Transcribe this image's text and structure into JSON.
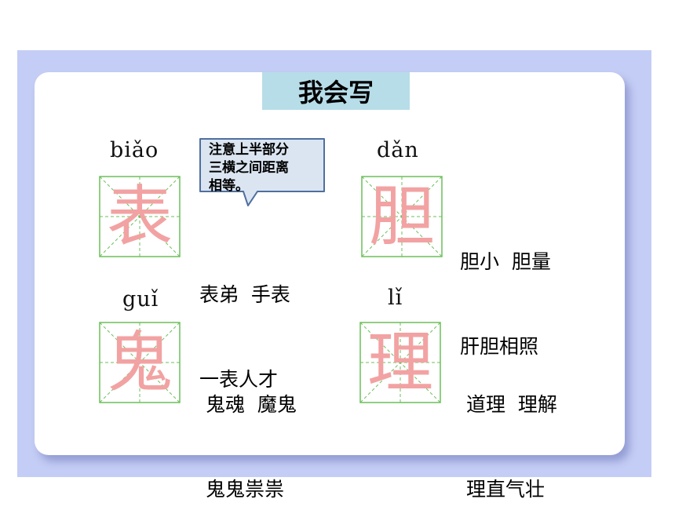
{
  "title": "我会写",
  "callout": {
    "line1": "注意上半部分",
    "line2": "三横之间距离",
    "line3": "相等。"
  },
  "entries": [
    {
      "pinyin": "biǎo",
      "char": "表",
      "words_line1": "表弟  手表",
      "words_line2": "一表人才"
    },
    {
      "pinyin": "dǎn",
      "char": "胆",
      "words_line1": "胆小  胆量",
      "words_line2": "肝胆相照"
    },
    {
      "pinyin": "guǐ",
      "char": "鬼",
      "words_line1": "鬼魂  魔鬼",
      "words_line2": "鬼鬼祟祟"
    },
    {
      "pinyin": "lǐ",
      "char": "理",
      "words_line1": "道理  理解",
      "words_line2": "理直气壮"
    }
  ],
  "colors": {
    "frame": "#c4cdf5",
    "title_bg": "#b7dde8",
    "grid_line": "#6cbf5a",
    "character": "#f2a2a2",
    "callout_bg": "#dbe5f1",
    "callout_border": "#4f6f9f"
  }
}
